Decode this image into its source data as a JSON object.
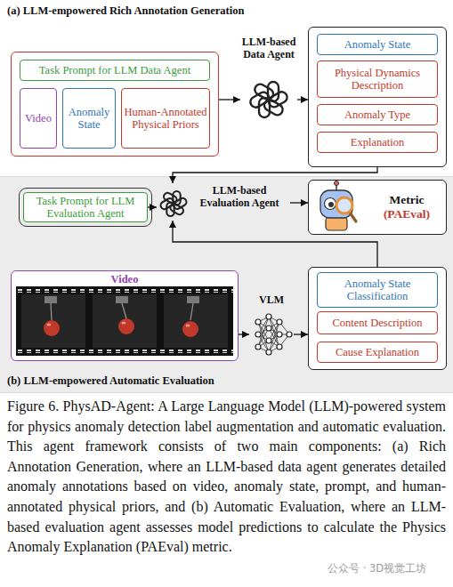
{
  "diagram": {
    "caption": "Figure 6. PhysAD-Agent: A Large Language Model (LLM)-powered system for physics anomaly detection label augmentation and automatic evaluation. This agent framework consists of two main components: (a) Rich Annotation Generation, where an LLM-based data agent generates detailed anomaly annotations based on video, anomaly state, prompt, and human-annotated physical priors, and (b) Automatic Evaluation, where an LLM-based evaluation agent assesses model predictions to calculate the Physics Anomaly Explanation (PAEval) metric.",
    "nodes": [
      {
        "text": [
          "(a) LLM-empowered Rich Annotation Generation"
        ]
      },
      {
        "text": [],
        "in": 0
      },
      {
        "text": [
          "Task Prompt for LLM Data Agent"
        ],
        "in": 1
      },
      {
        "text": [
          "Video"
        ],
        "in": 1
      },
      {
        "text": [
          "Anomaly State"
        ],
        "in": 1
      },
      {
        "text": [
          "Human-Annotated Physical Priors"
        ],
        "in": 1
      },
      {
        "text": [
          "LLM-based Data Agent"
        ],
        "in": 0
      },
      {
        "text": [],
        "in": 0
      },
      {
        "text": [
          "Anomaly State"
        ],
        "in": 7
      },
      {
        "text": [
          "Physical Dynamics Description"
        ],
        "in": 7
      },
      {
        "text": [
          "Anomaly Type"
        ],
        "in": 7
      },
      {
        "text": [
          "Explanation"
        ],
        "in": 7
      },
      {
        "text": [
          "(b) LLM-empowered Automatic Evaluation"
        ]
      },
      {
        "text": [
          "Task Prompt for LLM Evaluation Agent"
        ],
        "in": 12
      },
      {
        "text": [
          "LLM-based Evaluation Agent"
        ],
        "in": 12
      },
      {
        "text": [
          "Metric",
          "(PAEval)"
        ],
        "in": 12
      },
      {
        "text": [
          "Video"
        ],
        "in": 12
      },
      {
        "text": [
          "VLM"
        ],
        "in": 12
      },
      {
        "text": [],
        "in": 12
      },
      {
        "text": [
          "Anomaly State Classification"
        ],
        "in": 18
      },
      {
        "text": [
          "Content Description"
        ],
        "in": 18
      },
      {
        "text": [
          "Cause Explanation"
        ],
        "in": 18
      }
    ],
    "edges": [
      {
        "from": 1,
        "to": 6,
        "arrow": "to"
      },
      {
        "from": 6,
        "to": 7,
        "arrow": "to"
      },
      {
        "from": 7,
        "to": 14,
        "arrow": "to"
      },
      {
        "from": 13,
        "to": 14,
        "arrow": "to"
      },
      {
        "from": 14,
        "to": 15,
        "arrow": "to"
      },
      {
        "from": 16,
        "to": 17,
        "arrow": "to"
      },
      {
        "from": 17,
        "to": 18,
        "arrow": "to"
      },
      {
        "from": 18,
        "to": 14,
        "arrow": "to"
      }
    ],
    "labels": [
      "公众号 · 3D视觉工坊"
    ]
  }
}
